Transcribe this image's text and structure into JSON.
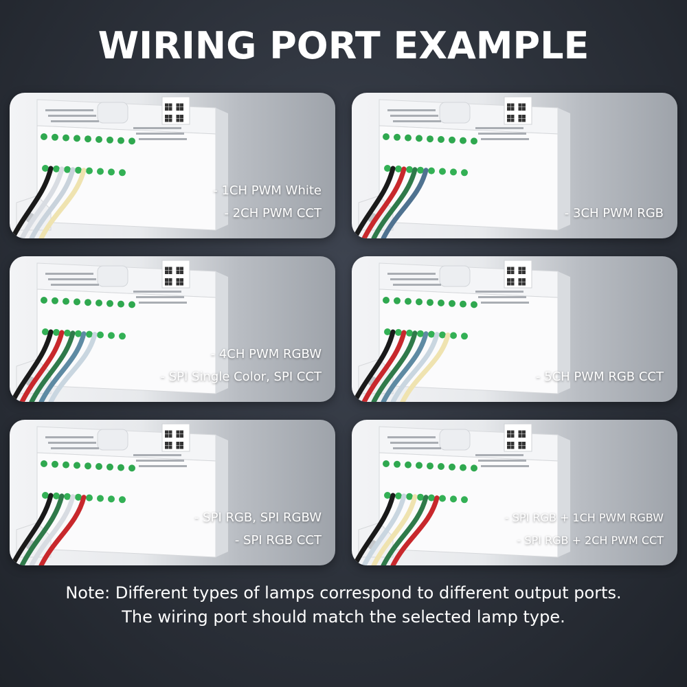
{
  "title": "WIRING PORT EXAMPLE",
  "panels": [
    {
      "lines": [
        "- 1CH PWM White",
        "- 2CH PWM CCT"
      ],
      "wire_colors": [
        "#1a1a1a",
        "#d8dce2",
        "#c9d3dc",
        "#efe3b0"
      ]
    },
    {
      "lines": [
        "- 3CH PWM RGB"
      ],
      "wire_colors": [
        "#1a1a1a",
        "#c8282c",
        "#2f7a4a",
        "#4f7290"
      ]
    },
    {
      "lines": [
        "- 4CH PWM RGBW",
        "- SPI Single Color, SPI CCT"
      ],
      "wire_colors": [
        "#1a1a1a",
        "#c8282c",
        "#2f7a4a",
        "#5e8aa3",
        "#c9d6e0"
      ]
    },
    {
      "lines": [
        "- 5CH PWM RGB CCT"
      ],
      "wire_colors": [
        "#1a1a1a",
        "#c8282c",
        "#2f7a4a",
        "#5e8aa3",
        "#c9d6e0",
        "#efe3b0"
      ]
    },
    {
      "lines": [
        "- SPI RGB, SPI RGBW",
        "- SPI RGB CCT"
      ],
      "wire_colors": [
        "#1a1a1a",
        "#2f7a4a",
        "#d8dce2",
        "#c8282c"
      ]
    },
    {
      "lines": [
        "- SPI RGB + 1CH PWM RGBW",
        "- SPI RGB + 2CH PWM CCT"
      ],
      "wire_colors": [
        "#1a1a1a",
        "#c9d6e0",
        "#efe3b0",
        "#2f7a4a",
        "#c8282c"
      ]
    }
  ],
  "note": {
    "line1": "Note: Different types of lamps correspond to different output ports.",
    "line2": "The wiring port should match the selected lamp type."
  }
}
